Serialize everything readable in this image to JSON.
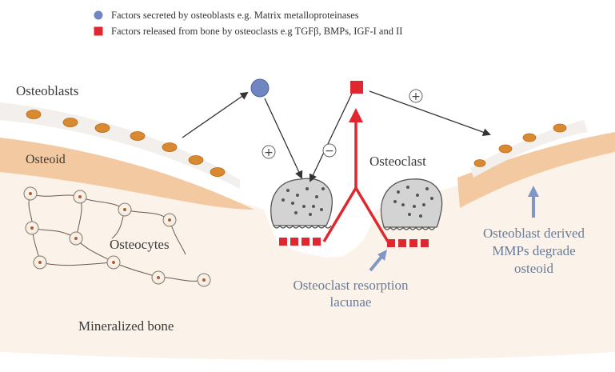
{
  "legend": [
    {
      "shape": "circle",
      "color": "#6f86c2",
      "text": "Factors secreted by osteoblasts e.g. Matrix metalloproteinases"
    },
    {
      "shape": "square",
      "color": "#e0262f",
      "text": "Factors released from bone by osteoclasts e.g TGFβ, BMPs, IGF-I and II"
    }
  ],
  "labels": {
    "osteoblasts": "Osteoblasts",
    "osteoid": "Osteoid",
    "osteocytes": "Osteocytes",
    "mineralized_bone": "Mineralized bone",
    "osteoclast": "Osteoclast",
    "resorption_line1": "Osteoclast resorption",
    "resorption_line2": "lacunae",
    "mmp_line1": "Osteoblast derived",
    "mmp_line2": "MMPs degrade",
    "mmp_line3": "osteoid"
  },
  "signs": {
    "plus": "+",
    "minus": "−"
  },
  "colors": {
    "osteoblast_cell": "#d98a30",
    "osteoid_band": "#f2c9a0",
    "bone": "#fbf3ea",
    "osteoclast_fill": "#d3d3d3",
    "factor_red": "#e0262f",
    "factor_blue": "#6f86c2",
    "arrow_blue": "#8097c6"
  }
}
